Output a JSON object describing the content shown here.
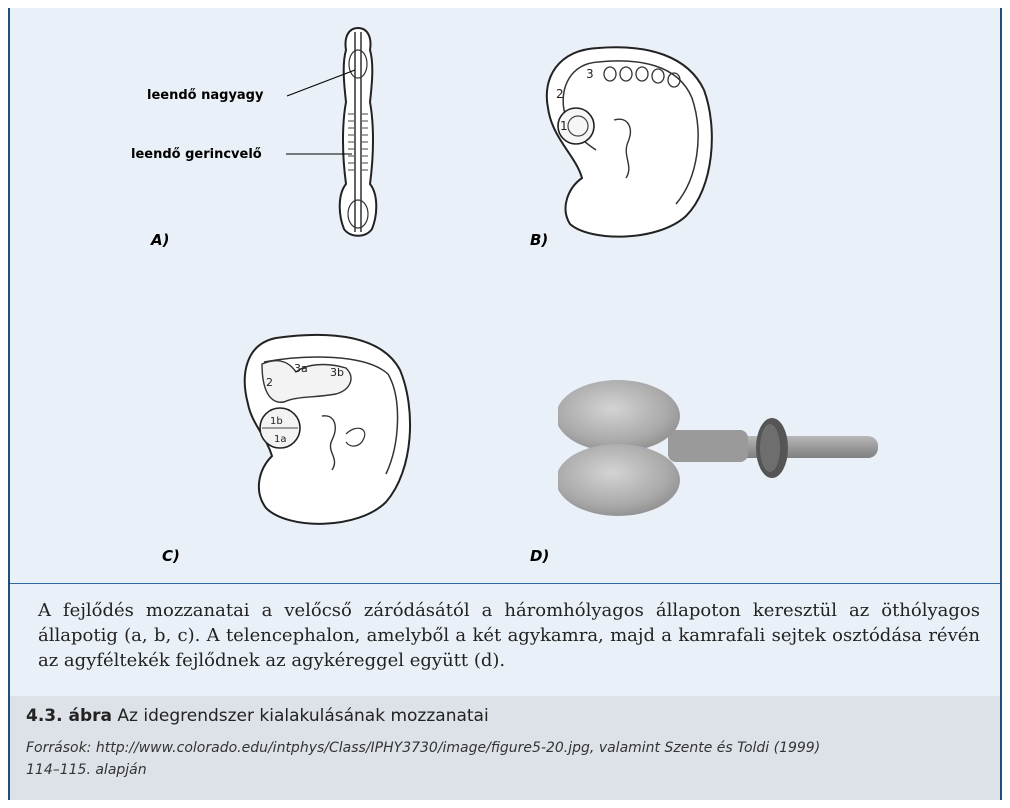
{
  "figure": {
    "annotations": {
      "future_cerebrum": "leendő nagyagy",
      "future_spinal_cord": "leendő gerincvelő"
    },
    "panel_labels": [
      "A)",
      "B)",
      "C)",
      "D)"
    ],
    "embryo_b_labels": [
      "1",
      "2",
      "3"
    ],
    "embryo_c_labels": [
      "2",
      "3a",
      "3b",
      "1b",
      "1a"
    ]
  },
  "description": "A fejlődés mozzanatai a velőcső záródásától a háromhólyagos állapoton keresztül az öthólyagos állapotig (a, b, c). A telencephalon, amelyből a két agykamra, majd a kamrafali sejtek osztódása révén az agyféltekék fejlődnek az agykéreggel együtt (d).",
  "caption": {
    "number": "4.3. ábra",
    "title": " Az idegrendszer kialakulásának mozzanatai",
    "sources": "Források: http://www.colorado.edu/intphys/Class/IPHY3730/image/figure5-20.jpg, valamint Szente és Toldi (1999) 114–115. alapján"
  },
  "colors": {
    "box_background": "#eaf0f7",
    "border": "#1f4e79",
    "caption_background": "#dde2e8"
  }
}
